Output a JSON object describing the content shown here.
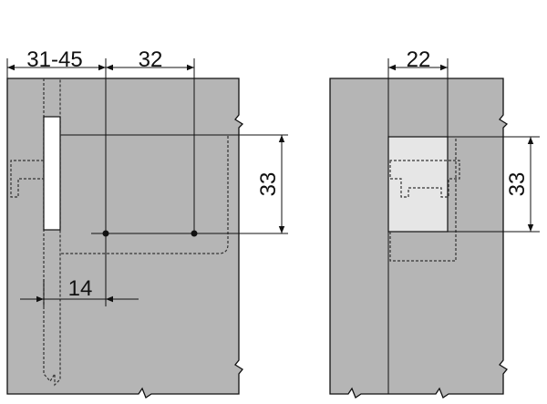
{
  "left_view": {
    "dim_top_left": "31-45",
    "dim_top_right": "32",
    "dim_vertical": "33",
    "dim_bottom": "14"
  },
  "right_view": {
    "dim_top": "22",
    "dim_vertical": "33"
  },
  "colors": {
    "panel": "#b5b5b5",
    "plate": "#e6e6e6",
    "line": "#111111"
  }
}
